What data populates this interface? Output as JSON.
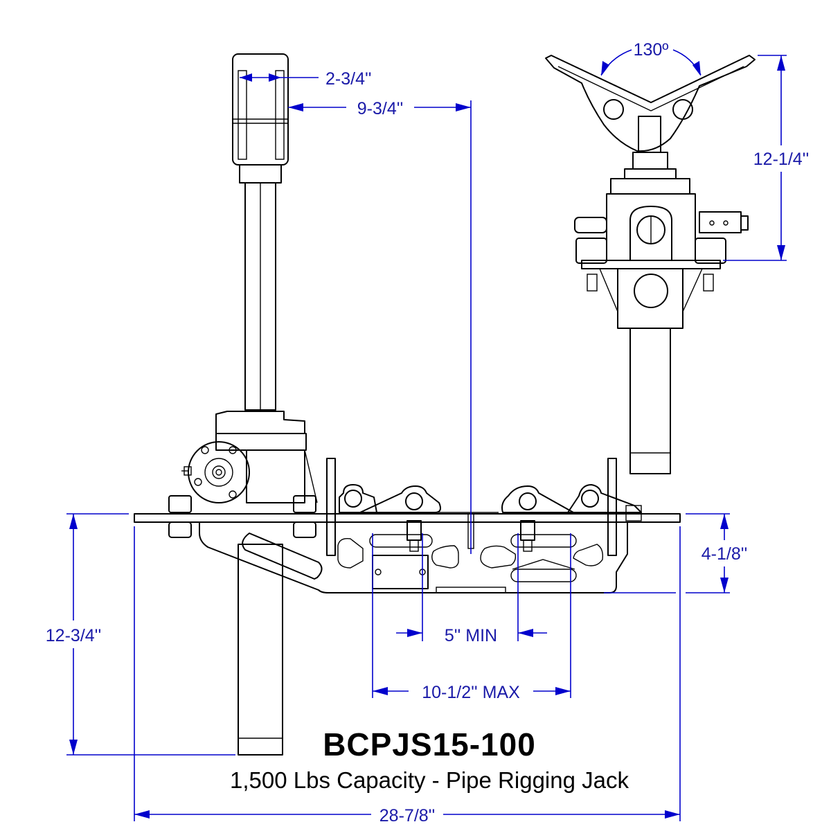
{
  "title": "BCPJS15-100",
  "subtitle": "1,500 Lbs Capacity - Pipe Rigging Jack",
  "dimensions": {
    "angle": "130º",
    "roller_width": "2-3/4''",
    "roller_offset": "9-3/4''",
    "head_height": "12-1/4''",
    "overall_height": "12-3/4''",
    "base_height": "4-1/8''",
    "min_spacing": "5'' MIN",
    "max_spacing": "10-1/2'' MAX",
    "overall_width": "28-7/8''"
  },
  "colors": {
    "line": "#000000",
    "dimension": "#0000cc"
  }
}
